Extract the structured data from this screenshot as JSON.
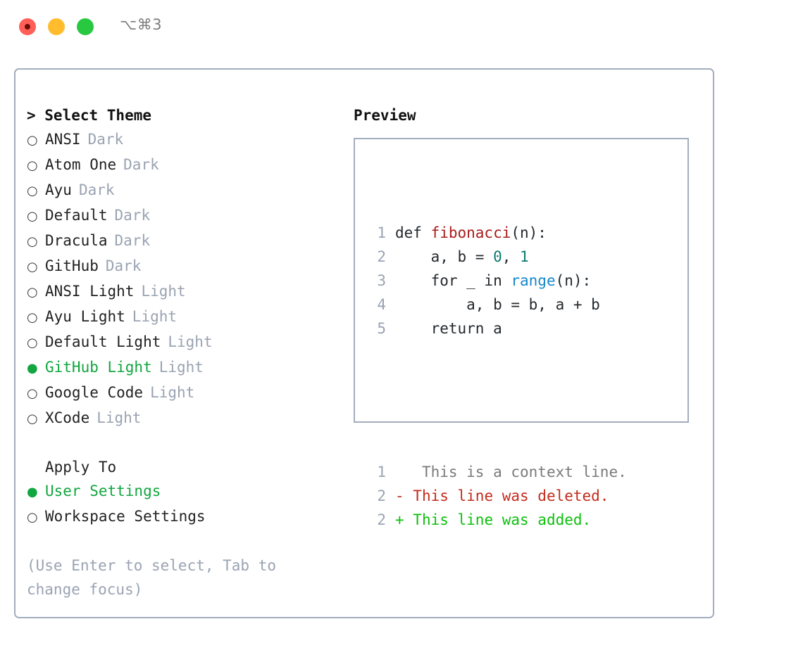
{
  "titlebar": {
    "shortcut": "⌥⌘3",
    "buttons": [
      {
        "name": "close",
        "color": "#ff5f57"
      },
      {
        "name": "minimize",
        "color": "#ffbd2e"
      },
      {
        "name": "maximize",
        "color": "#28c840"
      }
    ]
  },
  "colors": {
    "selected_green": "#11a63f",
    "muted": "#9aa3b2",
    "border": "#a3adbd",
    "diff_add": "#0cc00c",
    "diff_del": "#c42b1c",
    "fn": "#a91b1b",
    "num": "#0a7a72",
    "call": "#1787c9"
  },
  "theme_section": {
    "heading": "> Select Theme",
    "marker_unselected": "○",
    "marker_selected": "●",
    "items": [
      {
        "label": "ANSI",
        "tag": "Dark",
        "selected": false
      },
      {
        "label": "Atom One",
        "tag": "Dark",
        "selected": false
      },
      {
        "label": "Ayu",
        "tag": "Dark",
        "selected": false
      },
      {
        "label": "Default",
        "tag": "Dark",
        "selected": false
      },
      {
        "label": "Dracula",
        "tag": "Dark",
        "selected": false
      },
      {
        "label": "GitHub",
        "tag": "Dark",
        "selected": false
      },
      {
        "label": "ANSI Light",
        "tag": "Light",
        "selected": false
      },
      {
        "label": "Ayu Light",
        "tag": "Light",
        "selected": false
      },
      {
        "label": "Default Light",
        "tag": "Light",
        "selected": false
      },
      {
        "label": "GitHub Light",
        "tag": "Light",
        "selected": true
      },
      {
        "label": "Google Code",
        "tag": "Light",
        "selected": false
      },
      {
        "label": "XCode",
        "tag": "Light",
        "selected": false
      }
    ]
  },
  "apply_section": {
    "heading": "Apply To",
    "items": [
      {
        "label": "User Settings",
        "selected": true
      },
      {
        "label": "Workspace Settings",
        "selected": false
      }
    ]
  },
  "hint": "(Use Enter to select, Tab to change focus)",
  "preview": {
    "title": "Preview",
    "code_lines": [
      {
        "no": "1",
        "segments": [
          {
            "text": "def ",
            "style": "plain"
          },
          {
            "text": "fibonacci",
            "style": "fn"
          },
          {
            "text": "(n):",
            "style": "plain"
          }
        ]
      },
      {
        "no": "2",
        "segments": [
          {
            "text": "    a, b = ",
            "style": "plain"
          },
          {
            "text": "0",
            "style": "num"
          },
          {
            "text": ", ",
            "style": "plain"
          },
          {
            "text": "1",
            "style": "num"
          }
        ]
      },
      {
        "no": "3",
        "segments": [
          {
            "text": "    for _ in ",
            "style": "plain"
          },
          {
            "text": "range",
            "style": "call"
          },
          {
            "text": "(n):",
            "style": "plain"
          }
        ]
      },
      {
        "no": "4",
        "segments": [
          {
            "text": "        a, b = b, a + b",
            "style": "plain"
          }
        ]
      },
      {
        "no": "5",
        "segments": [
          {
            "text": "    return a",
            "style": "plain"
          }
        ]
      }
    ],
    "diff_lines": [
      {
        "no": "1",
        "marker": " ",
        "text": "  This is a context line.",
        "kind": "ctx"
      },
      {
        "no": "2",
        "marker": "-",
        "text": " This line was deleted.",
        "kind": "del"
      },
      {
        "no": "2",
        "marker": "+",
        "text": " This line was added.",
        "kind": "add"
      }
    ]
  }
}
